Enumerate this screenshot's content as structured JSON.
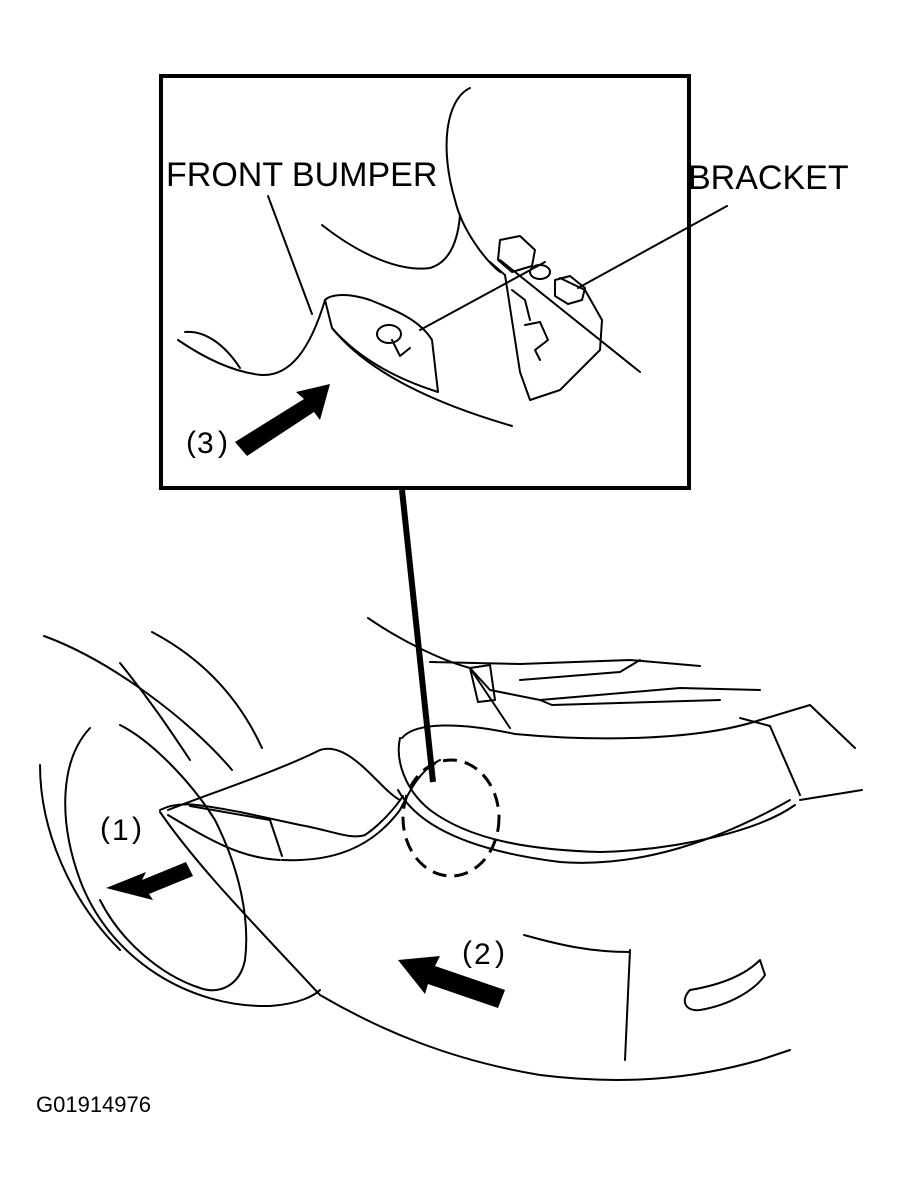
{
  "detail_view": {
    "label_front_bumper": "FRONT BUMPER",
    "label_bracket": "BRACKET",
    "step_3": "3"
  },
  "main_view": {
    "step_1": "1",
    "step_2": "2"
  },
  "figure_code": "G01914976"
}
